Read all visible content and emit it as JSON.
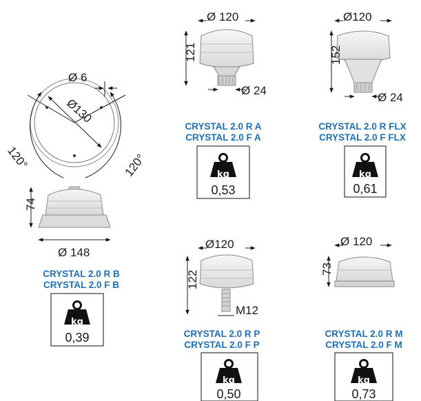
{
  "products": [
    {
      "id": "b",
      "models": [
        "CRYSTAL 2.0 R B",
        "CRYSTAL 2.0 F B"
      ],
      "weight": "0,39",
      "weight_icon": "kg-weight-icon",
      "dims": {
        "hole": "Ø 6",
        "bolt_circle": "Ø130",
        "angle_left": "120°",
        "angle_right": "120°",
        "height": "74",
        "width": "Ø 148"
      }
    },
    {
      "id": "a",
      "models": [
        "CRYSTAL 2.0 R A",
        "CRYSTAL 2.0 F A"
      ],
      "weight": "0,53",
      "weight_icon": "kg-weight-icon",
      "dims": {
        "width": "Ø 120",
        "height": "121",
        "base": "Ø 24"
      }
    },
    {
      "id": "flx",
      "models": [
        "CRYSTAL 2.0 R FLX",
        "CRYSTAL 2.0 F FLX"
      ],
      "weight": "0,61",
      "weight_icon": "kg-weight-icon",
      "dims": {
        "width": "Ø120",
        "height": "152",
        "base": "Ø 24"
      }
    },
    {
      "id": "p",
      "models": [
        "CRYSTAL 2.0 R P",
        "CRYSTAL 2.0 F P"
      ],
      "weight": "0,50",
      "weight_icon": "kg-weight-icon",
      "dims": {
        "width": "Ø120",
        "height": "122",
        "thread": "M12"
      }
    },
    {
      "id": "m",
      "models": [
        "CRYSTAL 2.0 R M",
        "CRYSTAL 2.0 F M"
      ],
      "weight": "0,73",
      "weight_icon": "kg-weight-icon",
      "dims": {
        "width": "Ø 120",
        "height": "73"
      }
    }
  ],
  "weight_unit": "kg",
  "colors": {
    "model_text": "#1d6fb5",
    "ink": "#1a1a1a",
    "part_outline": "#888888"
  }
}
